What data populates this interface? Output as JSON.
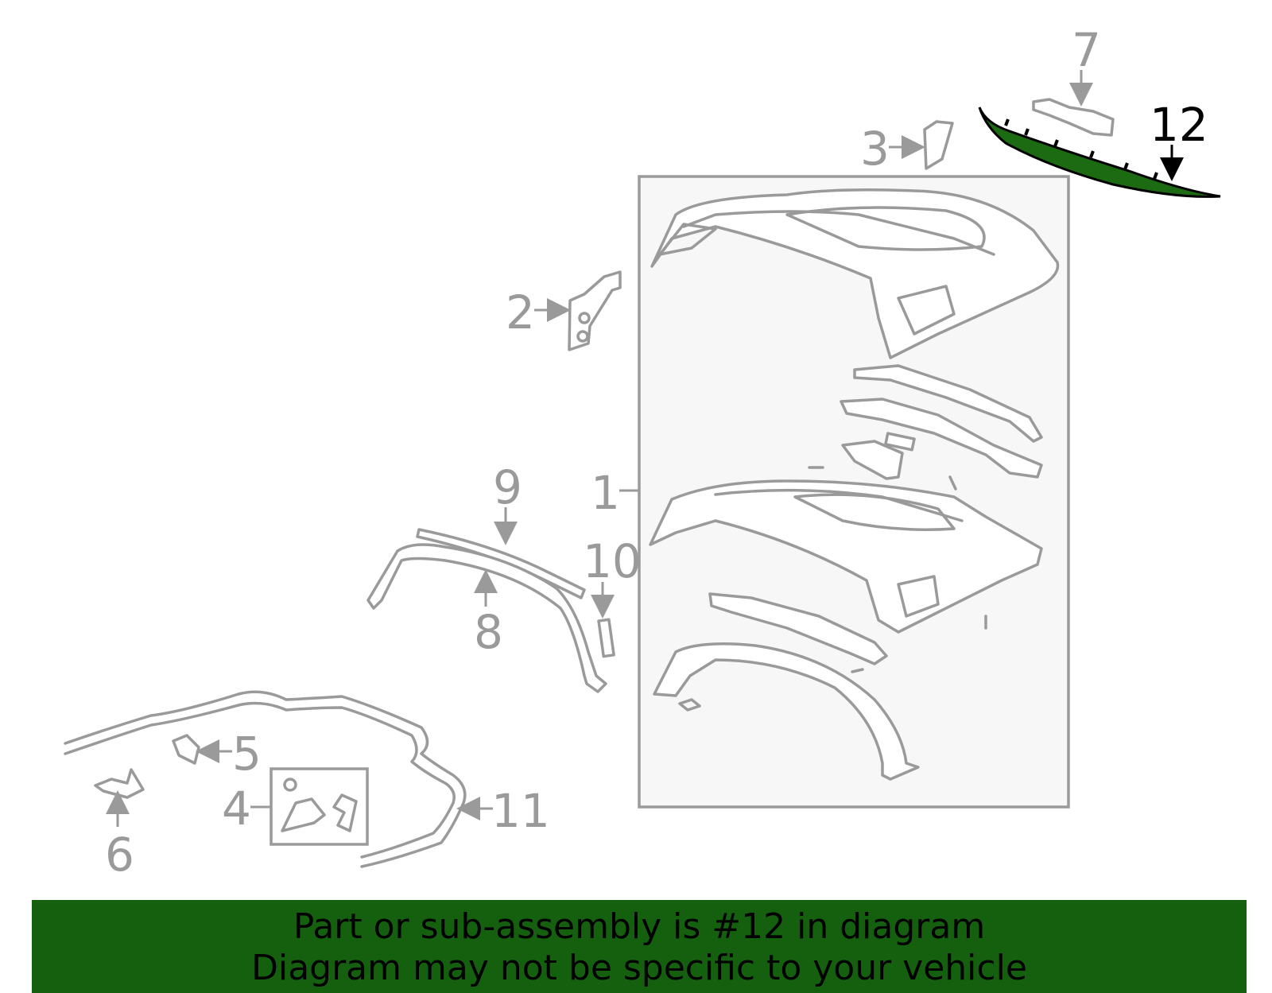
{
  "callouts": {
    "c1": "1",
    "c2": "2",
    "c3": "3",
    "c4": "4",
    "c5": "5",
    "c6": "6",
    "c7": "7",
    "c8": "8",
    "c9": "9",
    "c10": "10",
    "c11": "11",
    "c12": "12"
  },
  "highlight": {
    "part": "12",
    "color": "#1c6b12"
  },
  "banner": {
    "line1": "Part or sub-assembly is #12 in diagram",
    "line2": "Diagram may not be specific to your vehicle",
    "background": "#14600e"
  }
}
